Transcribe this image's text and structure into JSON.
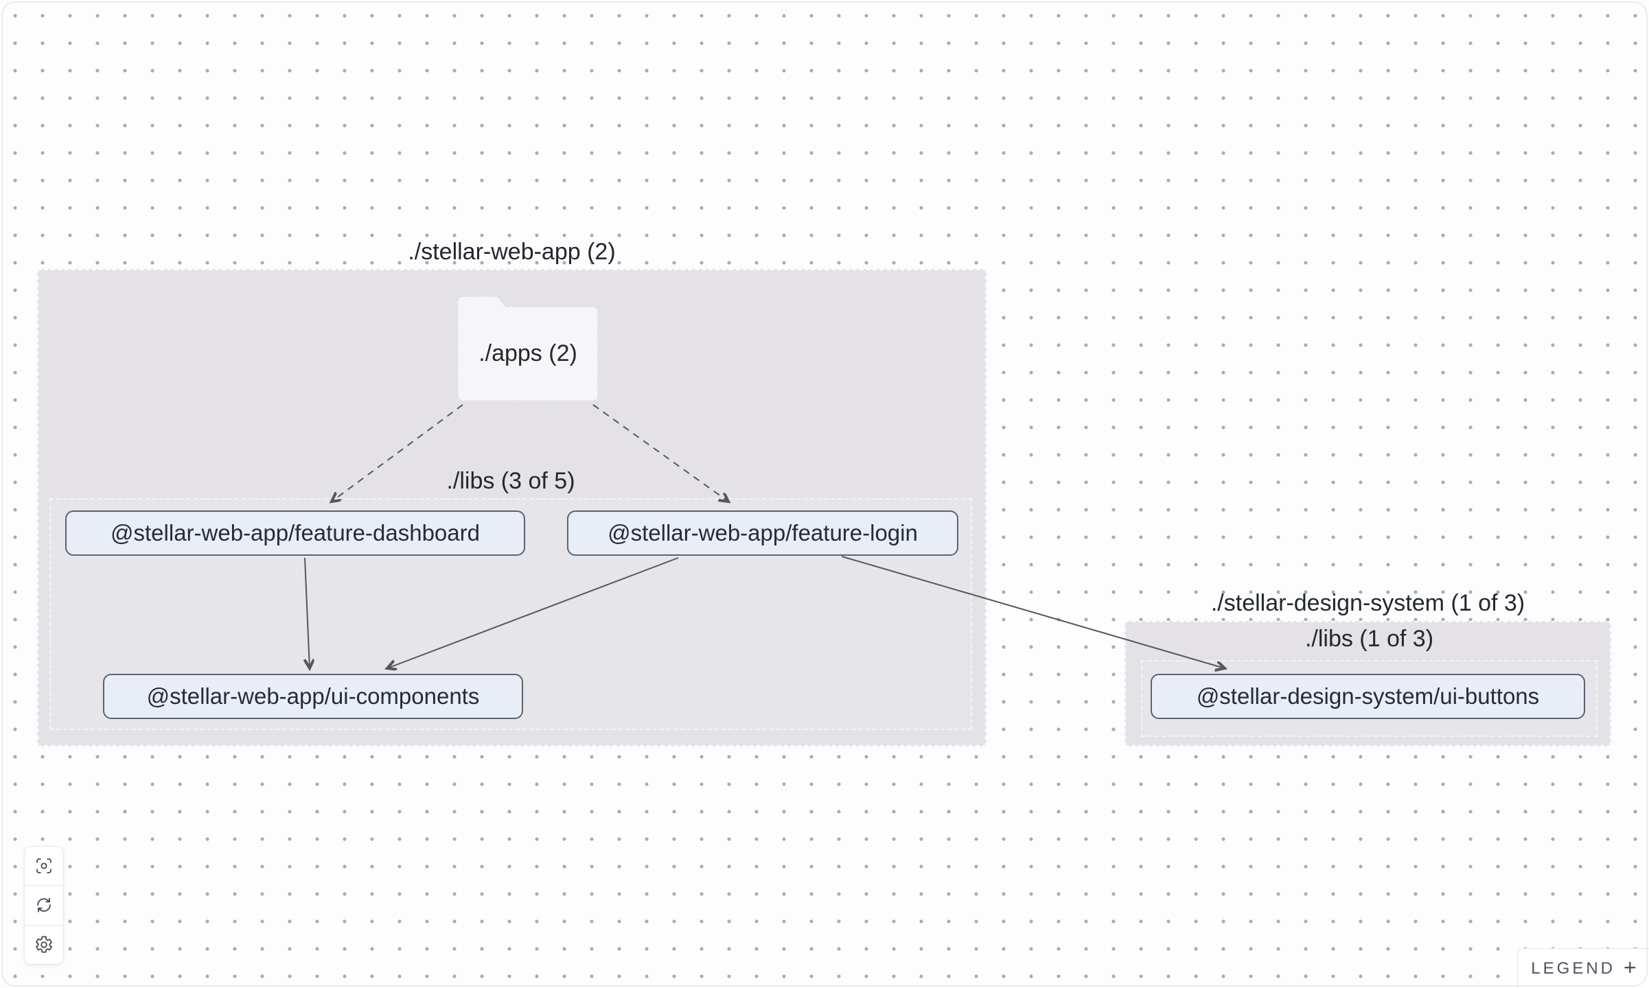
{
  "canvas": {
    "background": "#fdfdfe",
    "dot_color": "#a2acbc",
    "group_fill": "#e4e2e7",
    "node_fill": "#e9edf6",
    "node_border": "#5c6270",
    "edge_color": "#54575e"
  },
  "graph": {
    "groups": [
      {
        "id": "stellar-web-app",
        "title": "./stellar-web-app (2)",
        "folder_node": {
          "label": "./apps (2)"
        },
        "subgroup": {
          "title": "./libs (3 of 5)"
        },
        "nodes": [
          {
            "label": "@stellar-web-app/feature-dashboard"
          },
          {
            "label": "@stellar-web-app/feature-login"
          },
          {
            "label": "@stellar-web-app/ui-components"
          }
        ]
      },
      {
        "id": "stellar-design-system",
        "title": "./stellar-design-system (1 of 3)",
        "subgroup": {
          "title": "./libs (1 of 3)"
        },
        "nodes": [
          {
            "label": "@stellar-design-system/ui-buttons"
          }
        ]
      }
    ],
    "edges": [
      {
        "from": "./apps (2)",
        "to": "@stellar-web-app/feature-dashboard",
        "style": "dashed"
      },
      {
        "from": "./apps (2)",
        "to": "@stellar-web-app/feature-login",
        "style": "dashed"
      },
      {
        "from": "@stellar-web-app/feature-dashboard",
        "to": "@stellar-web-app/ui-components",
        "style": "solid"
      },
      {
        "from": "@stellar-web-app/feature-login",
        "to": "@stellar-web-app/ui-components",
        "style": "solid"
      },
      {
        "from": "@stellar-web-app/feature-login",
        "to": "@stellar-design-system/ui-buttons",
        "style": "solid"
      }
    ]
  },
  "toolbar": {
    "buttons": [
      {
        "icon": "focus-icon"
      },
      {
        "icon": "refresh-icon"
      },
      {
        "icon": "settings-icon"
      }
    ]
  },
  "legend": {
    "label": "LEGEND",
    "plus": "+"
  }
}
